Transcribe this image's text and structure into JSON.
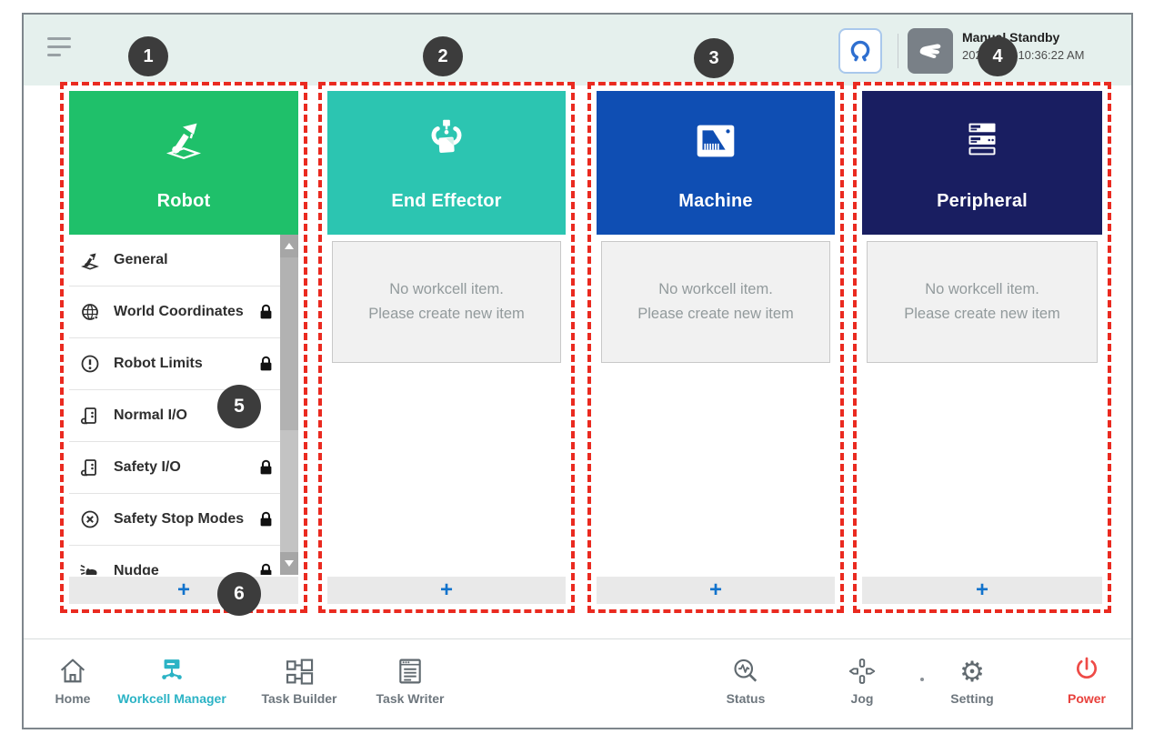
{
  "topbar": {
    "status": {
      "mode": "Manual Standby",
      "datetime": "2022.2.22 10:36:22 AM"
    }
  },
  "callout_badges": [
    "1",
    "2",
    "3",
    "4",
    "5",
    "6"
  ],
  "empty_state": {
    "line1": "No workcell item.",
    "line2": "Please create new item"
  },
  "workcell_columns": [
    {
      "title": "Robot",
      "color": "#1fc06a",
      "add_label": "+",
      "items": [
        {
          "label": "General",
          "locked": false
        },
        {
          "label": "World Coordinates",
          "locked": true
        },
        {
          "label": "Robot Limits",
          "locked": true
        },
        {
          "label": "Normal I/O",
          "locked": false
        },
        {
          "label": "Safety I/O",
          "locked": true
        },
        {
          "label": "Safety Stop Modes",
          "locked": true
        },
        {
          "label": "Nudge",
          "locked": true
        }
      ]
    },
    {
      "title": "End Effector",
      "color": "#2cc5b1",
      "add_label": "+"
    },
    {
      "title": "Machine",
      "color": "#0f4eb3",
      "add_label": "+"
    },
    {
      "title": "Peripheral",
      "color": "#191e61",
      "add_label": "+"
    }
  ],
  "bottom_nav": {
    "items": [
      {
        "label": "Home",
        "active": false
      },
      {
        "label": "Workcell Manager",
        "active": true
      },
      {
        "label": "Task Builder",
        "active": false
      },
      {
        "label": "Task Writer",
        "active": false
      },
      {
        "label": "Status",
        "active": false
      },
      {
        "label": "Jog",
        "active": false
      },
      {
        "label": "Setting",
        "active": false
      },
      {
        "label": "Power",
        "active": false
      }
    ]
  },
  "colors": {
    "callout_red": "#ea2a20",
    "active_nav_teal": "#2bb3c5",
    "power_red": "#ee4b47",
    "add_button_blue": "#1273cc",
    "topbar_mint": "#e5f0ed"
  }
}
